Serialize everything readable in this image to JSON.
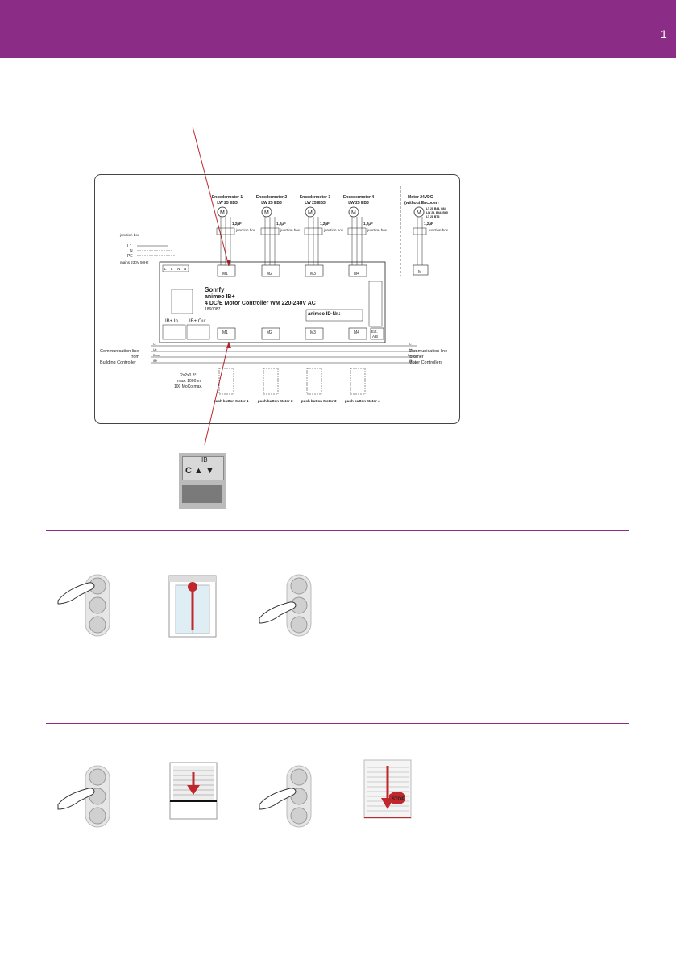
{
  "header": {
    "page_number": "1"
  },
  "diagram": {
    "motors": [
      {
        "title": "Encodermotor 1",
        "model": "LW 25 EB3",
        "junction": "junction box",
        "terminal": "M1",
        "cap": "1,2μF"
      },
      {
        "title": "Encodermotor 2",
        "model": "LW 25 EB3",
        "junction": "junction box",
        "terminal": "M2",
        "cap": "1,2μF"
      },
      {
        "title": "Encodermotor 3",
        "model": "LW 25 EB3",
        "junction": "junction box",
        "terminal": "M3",
        "cap": "1,2μF"
      },
      {
        "title": "Encodermotor 4",
        "model": "LW 25 EB3",
        "junction": "junction box",
        "terminal": "M4",
        "cap": "1,2μF"
      }
    ],
    "motor_24v": {
      "title": "Motor 24VDC",
      "subtitle": "(without Encoder)",
      "models": [
        "LT 28 B44, B64",
        "LW 25, B44, B65",
        "LT 28 BT3"
      ],
      "cap": "1,2μF",
      "junction": "junction box",
      "terminal": "M"
    },
    "mains": {
      "L1": "L1",
      "N": "N",
      "PE": "PE",
      "label": "mains 230V 50Hz",
      "junction": "junction box",
      "terminals": [
        "L",
        "L",
        "N",
        "N"
      ]
    },
    "controller": {
      "brand": "Somfy",
      "product": "animeo IB+",
      "name": "4 DC/E Motor Controller WM 220-240V AC",
      "ref": "1860087",
      "id_label": "animeo ID-Nr.:",
      "ib_in": "IB+ In",
      "ib_out": "IB+ Out",
      "ext": "Ext.",
      "ext_terms": "A B",
      "outputs": [
        "M1",
        "M2",
        "M3",
        "M4"
      ]
    },
    "comm_left": [
      "Communication line",
      "from",
      "Building Controller"
    ],
    "comm_right": [
      "Communication line",
      "to other",
      "Motor Controllers"
    ],
    "cable": [
      "2x2x0.8°",
      "max. 1000 m",
      "100 MoCo max."
    ],
    "pushbuttons": [
      "push button Motor 1",
      "push button Motor 2",
      "push button Motor 3",
      "push button Motor 4"
    ],
    "bus_labels": [
      "C",
      "Up",
      "Down",
      "IB+"
    ]
  },
  "photo": {
    "label": "IB",
    "terms": "C ▲ ▼"
  }
}
